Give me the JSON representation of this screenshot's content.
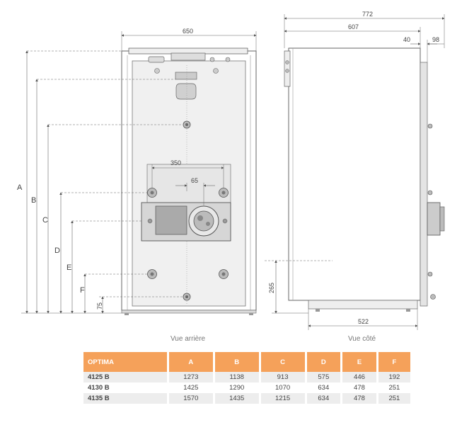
{
  "rear_view": {
    "caption": "Vue arrière",
    "width_label": "650",
    "spacing_350_label": "350",
    "spacing_65_label": "65",
    "height_75_label": "75",
    "letters": [
      "A",
      "B",
      "C",
      "D",
      "E",
      "F"
    ]
  },
  "side_view": {
    "caption": "Vue côté",
    "depth_772_label": "772",
    "depth_607_label": "607",
    "depth_40_label": "40",
    "depth_98_label": "98",
    "height_265_label": "265",
    "base_522_label": "522"
  },
  "table": {
    "headers": [
      "OPTIMA",
      "A",
      "B",
      "C",
      "D",
      "E",
      "F"
    ],
    "rows": [
      [
        "4125 B",
        "1273",
        "1138",
        "913",
        "575",
        "446",
        "192"
      ],
      [
        "4130 B",
        "1425",
        "1290",
        "1070",
        "634",
        "478",
        "251"
      ],
      [
        "4135 B",
        "1570",
        "1435",
        "1215",
        "634",
        "478",
        "251"
      ]
    ]
  },
  "colors": {
    "header_orange": "#f5a15a",
    "row_stripe": "#ededed",
    "line": "#555555"
  }
}
